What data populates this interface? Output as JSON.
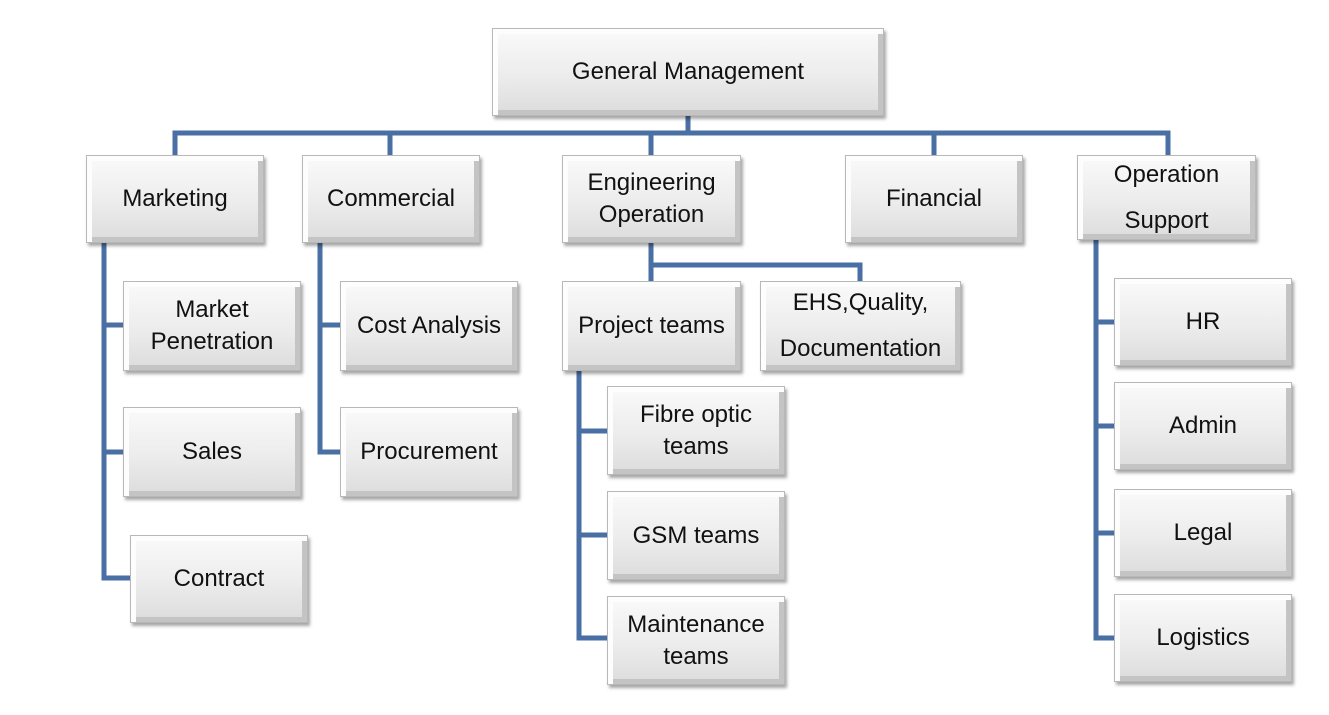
{
  "line_color": "#4a6fa5",
  "nodes": {
    "general_management": "General Management",
    "marketing": "Marketing",
    "commercial": "Commercial",
    "engineering_operation": "Engineering\nOperation",
    "financial": "Financial",
    "operation_support": "Operation\nSupport",
    "market_penetration": "Market\nPenetration",
    "sales": "Sales",
    "contract": "Contract",
    "cost_analysis": "Cost Analysis",
    "procurement": "Procurement",
    "project_teams": "Project teams",
    "ehs_quality_documentation": "EHS,Quality,\nDocumentation",
    "fibre_optic_teams": "Fibre optic\nteams",
    "gsm_teams": "GSM teams",
    "maintenance_teams": "Maintenance\nteams",
    "hr": "HR",
    "admin": "Admin",
    "legal": "Legal",
    "logistics": "Logistics"
  }
}
